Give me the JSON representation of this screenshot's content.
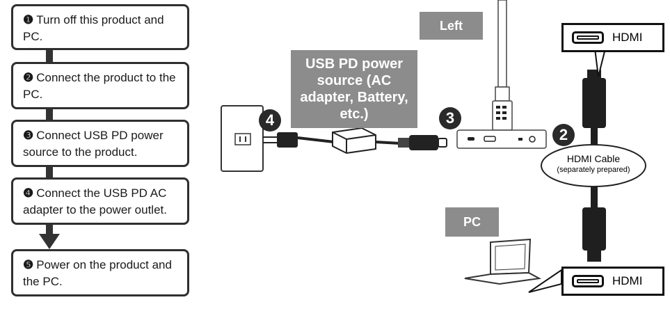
{
  "steps": [
    {
      "num": "❶",
      "text": "Turn off this product and PC."
    },
    {
      "num": "❷",
      "text": "Connect the  product to the PC."
    },
    {
      "num": "❸",
      "text": "Connect USB PD power source to the product."
    },
    {
      "num": "❹",
      "text": "Connect the USB PD AC adapter to the power outlet."
    },
    {
      "num": "❺",
      "text": "Power on the product and the PC."
    }
  ],
  "labels": {
    "left": "Left",
    "usb_pd": "USB PD power source (AC adapter, Battery, etc.)",
    "pc": "PC",
    "hdmi_top": "HDMI",
    "hdmi_bottom": "HDMI",
    "hdmi_cable": "HDMI Cable",
    "hdmi_cable_note": "(separately prepared)",
    "badge_2": "2",
    "badge_3": "3",
    "badge_4": "4"
  }
}
